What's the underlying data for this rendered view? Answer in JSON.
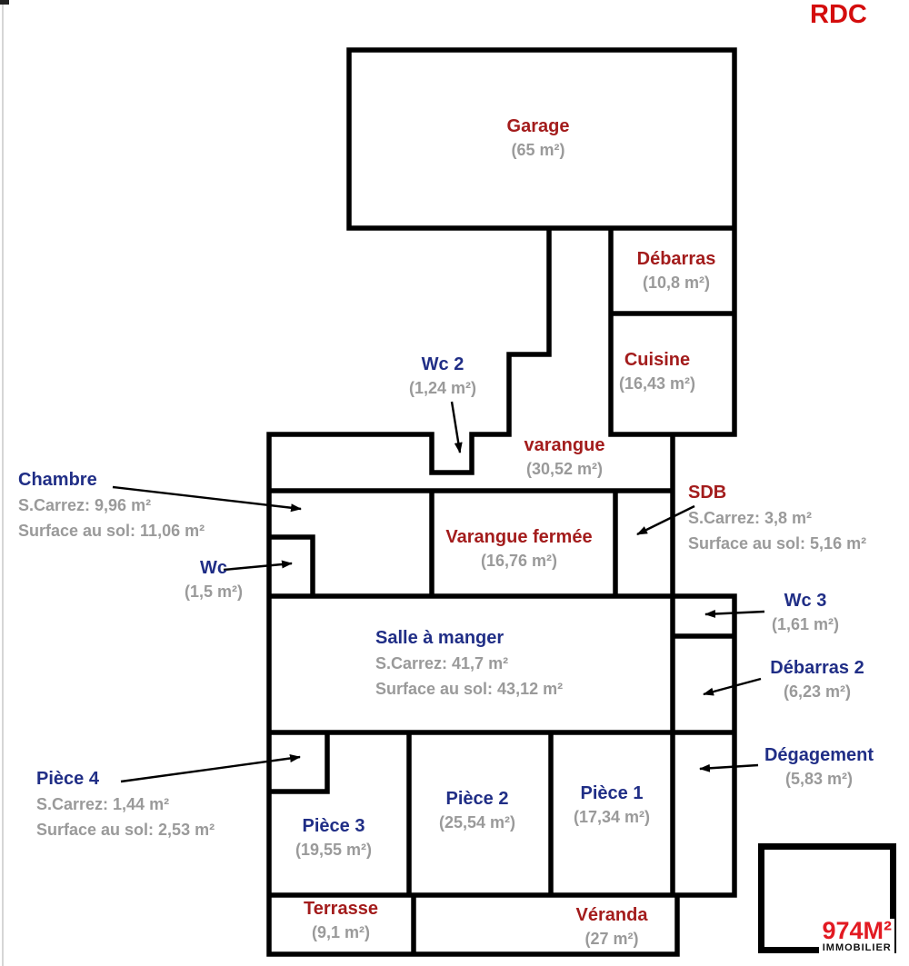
{
  "title": "RDC",
  "logo": {
    "brand": "974M²",
    "sub": "IMMOBILIER"
  },
  "colors": {
    "room_name_red": "#a31c1c",
    "room_name_navy": "#202e86",
    "area_gray": "#9a9a9a",
    "title_red": "#d40d0d",
    "logo_red": "#e21a22",
    "wall_black": "#000000"
  },
  "rooms": {
    "garage": {
      "name": "Garage",
      "area": "(65 m²)"
    },
    "debarras": {
      "name": "Débarras",
      "area": "(10,8 m²)"
    },
    "cuisine": {
      "name": "Cuisine",
      "area": "(16,43 m²)"
    },
    "wc2": {
      "name": "Wc 2",
      "area": "(1,24 m²)"
    },
    "varangue": {
      "name": "varangue",
      "area": "(30,52 m²)"
    },
    "chambre": {
      "name": "Chambre",
      "carrez": "S.Carrez: 9,96 m²",
      "sol": "Surface au sol: 11,06 m²"
    },
    "varangue_fermee": {
      "name": "Varangue fermée",
      "area": "(16,76 m²)"
    },
    "sdb": {
      "name": "SDB",
      "carrez": "S.Carrez: 3,8 m²",
      "sol": "Surface au sol: 5,16 m²"
    },
    "wc": {
      "name": "Wc",
      "area": "(1,5 m²)"
    },
    "salle_a_manger": {
      "name": "Salle à manger",
      "carrez": "S.Carrez: 41,7 m²",
      "sol": "Surface au sol: 43,12 m²"
    },
    "wc3": {
      "name": "Wc 3",
      "area": "(1,61 m²)"
    },
    "debarras2": {
      "name": "Débarras 2",
      "area": "(6,23 m²)"
    },
    "degagement": {
      "name": "Dégagement",
      "area": "(5,83 m²)"
    },
    "piece4": {
      "name": "Pièce 4",
      "carrez": "S.Carrez: 1,44 m²",
      "sol": "Surface au sol: 2,53 m²"
    },
    "piece3": {
      "name": "Pièce 3",
      "area": "(19,55 m²)"
    },
    "piece2": {
      "name": "Pièce 2",
      "area": "(25,54 m²)"
    },
    "piece1": {
      "name": "Pièce 1",
      "area": "(17,34 m²)"
    },
    "terrasse": {
      "name": "Terrasse",
      "area": "(9,1 m²)"
    },
    "veranda": {
      "name": "Véranda",
      "area": "(27 m²)"
    }
  }
}
